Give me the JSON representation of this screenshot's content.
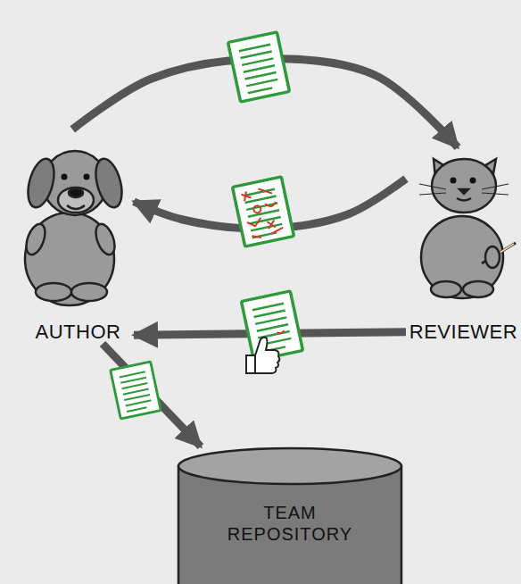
{
  "diagram": {
    "nodes": [
      {
        "text": [
          "AUTHOR"
        ]
      },
      {
        "text": [
          "REVIEWER"
        ]
      },
      {
        "text": [
          "TEAM REPOSITORY"
        ]
      }
    ],
    "edges": [
      {
        "from": 0,
        "to": 1,
        "arrow": "to"
      },
      {
        "from": 1,
        "to": 0,
        "arrow": "to"
      },
      {
        "from": 1,
        "to": 0,
        "arrow": "to"
      },
      {
        "from": 0,
        "to": 2,
        "arrow": "to"
      }
    ]
  }
}
